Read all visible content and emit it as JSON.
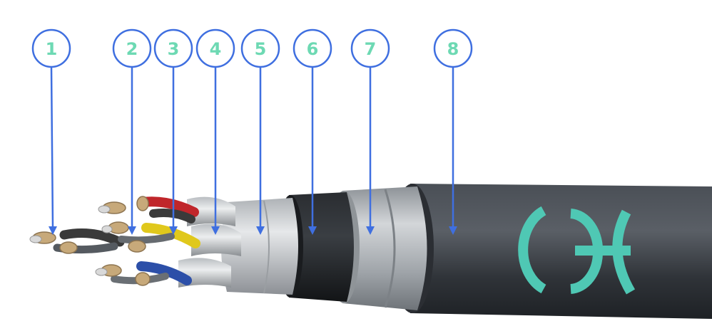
{
  "diagram": {
    "callouts": [
      {
        "label": "1",
        "target": "conductor-strands"
      },
      {
        "label": "2",
        "target": "conductor-insulation"
      },
      {
        "label": "3",
        "target": "twisted-pair"
      },
      {
        "label": "4",
        "target": "pair-screen"
      },
      {
        "label": "5",
        "target": "common-screen-foil"
      },
      {
        "label": "6",
        "target": "inner-sheath"
      },
      {
        "label": "7",
        "target": "armour-tape"
      },
      {
        "label": "8",
        "target": "outer-sheath"
      }
    ]
  },
  "colors": {
    "callout_stroke": "#3f6fe0",
    "callout_text": "#6dd9b3",
    "arrow": "#3f6fe0",
    "sheath": "#3b3f45",
    "inner_sheath": "#1f2226",
    "armour": "#a9aeb3",
    "foil": "#c9ccd0",
    "logo": "#4fc8b4",
    "core_red": "#c0262b",
    "core_yellow": "#e0c81c",
    "core_blue": "#2c4fa8",
    "core_black": "#333333",
    "copper_tan": "#c7a97a"
  },
  "icons": [
    "company-logo-icon"
  ]
}
